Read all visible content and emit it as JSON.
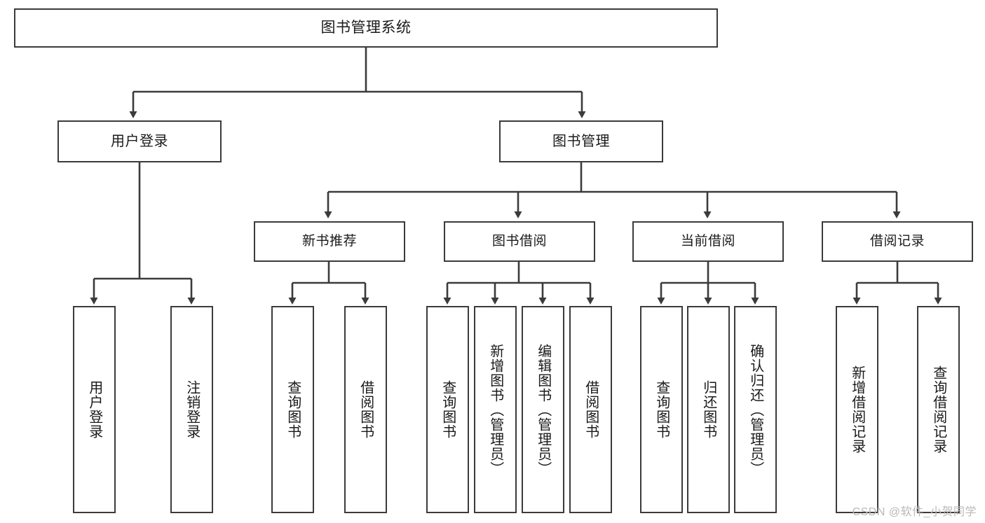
{
  "diagram": {
    "title": "图书管理系统",
    "watermark": "CSDN @软件_小贺同学",
    "colors": {
      "box_stroke": "#3b3b3b",
      "box_fill": "#ffffff",
      "line": "#3b3b3b",
      "text": "#1a1a1a",
      "watermark": "#b9b9b9",
      "background": "#ffffff"
    },
    "root": {
      "label": "图书管理系统"
    },
    "level1": [
      {
        "label": "用户登录"
      },
      {
        "label": "图书管理"
      }
    ],
    "level2": [
      {
        "label": "新书推荐"
      },
      {
        "label": "图书借阅"
      },
      {
        "label": "当前借阅"
      },
      {
        "label": "借阅记录"
      }
    ],
    "leaves": {
      "user_login": [
        {
          "label": "用户登录"
        },
        {
          "label": "注销登录"
        }
      ],
      "new_book": [
        {
          "label": "查询图书"
        },
        {
          "label": "借阅图书"
        }
      ],
      "book_borrow": [
        {
          "label": "查询图书"
        },
        {
          "label": "新增图书（管理员）"
        },
        {
          "label": "编辑图书（管理员）"
        },
        {
          "label": "借阅图书"
        }
      ],
      "current_borrow": [
        {
          "label": "查询图书"
        },
        {
          "label": "归还图书"
        },
        {
          "label": "确认归还（管理员）"
        }
      ],
      "borrow_record": [
        {
          "label": "新增借阅记录"
        },
        {
          "label": "查询借阅记录"
        }
      ]
    }
  }
}
